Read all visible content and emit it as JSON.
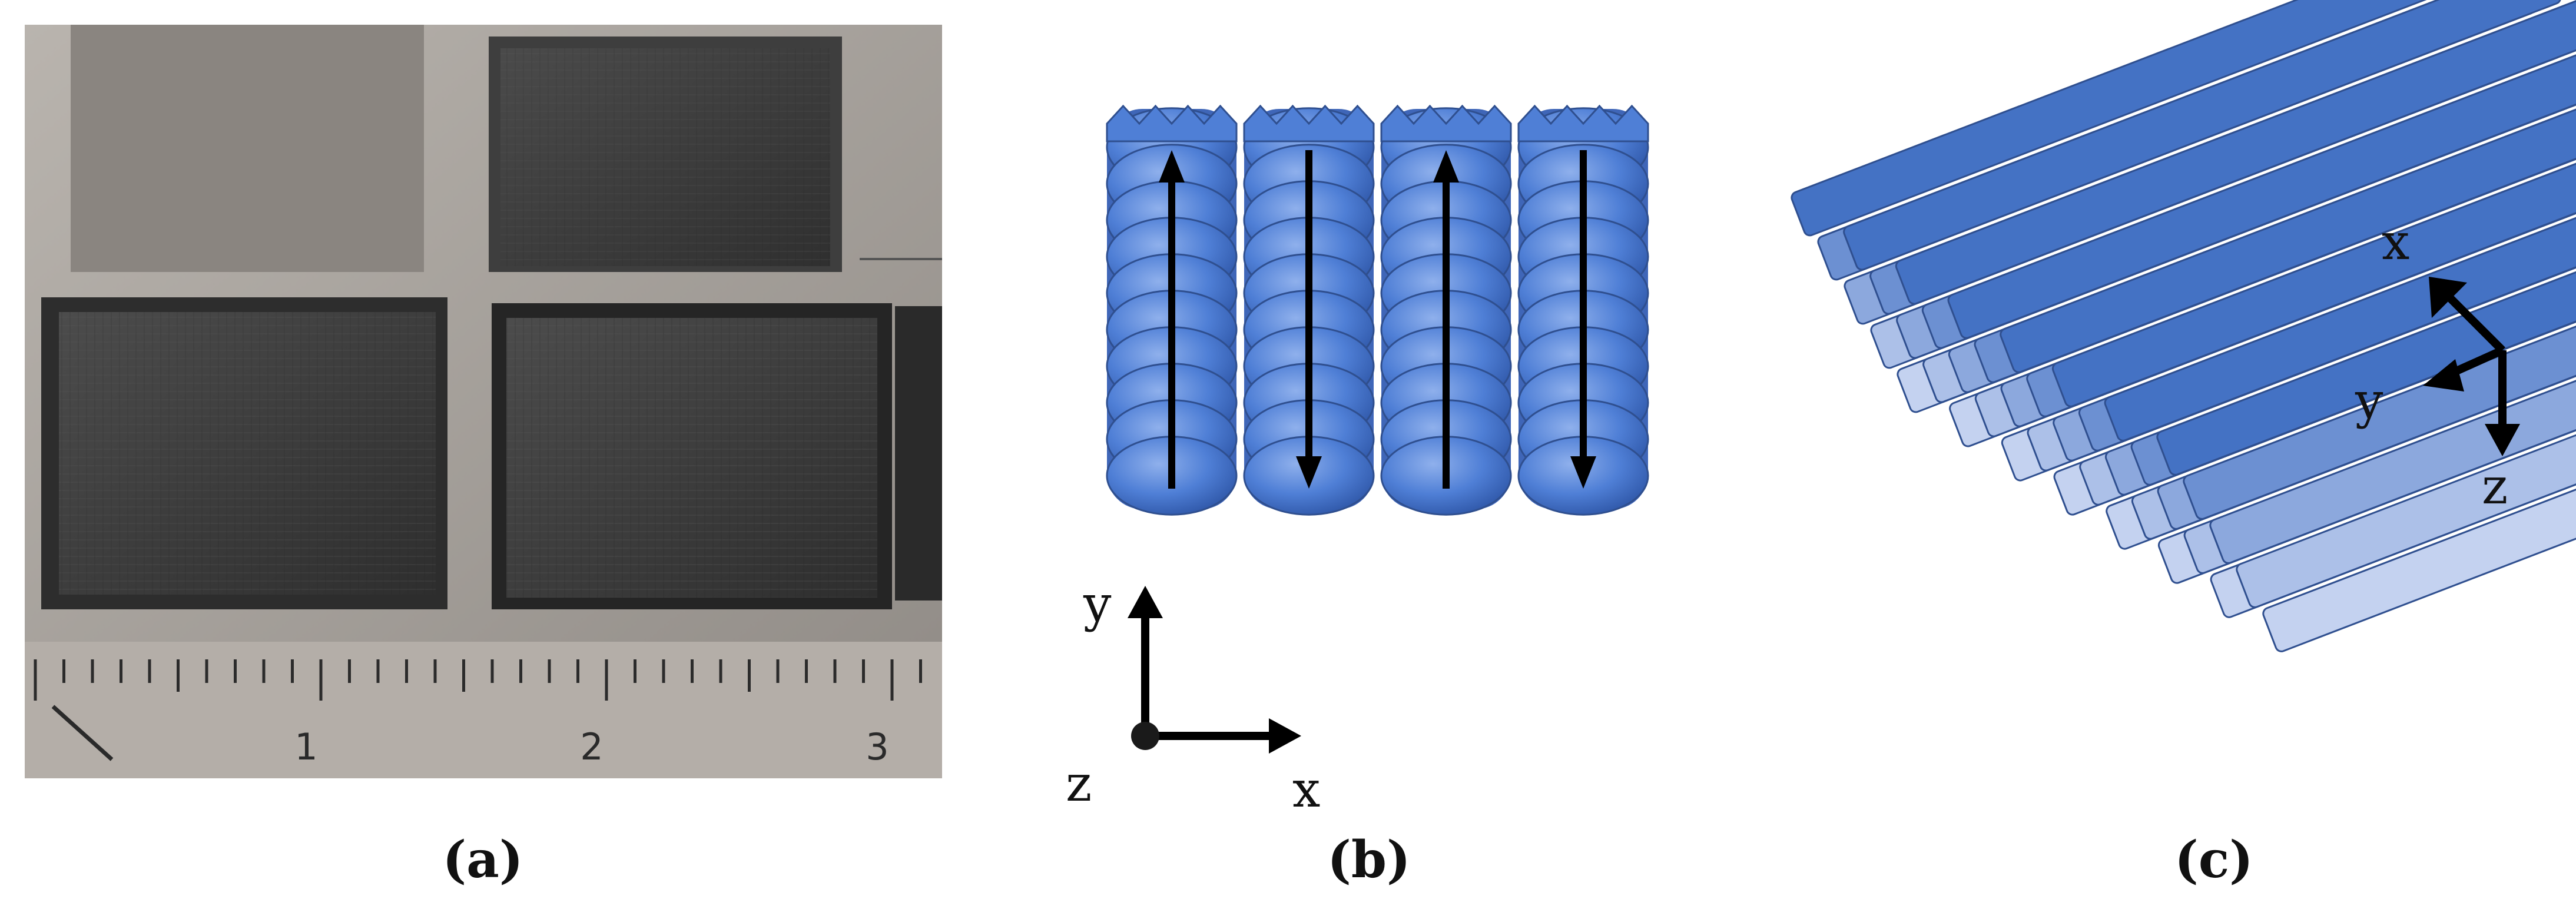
{
  "panels": {
    "a": {
      "label": "(a)",
      "ruler_numbers": [
        "1",
        "2",
        "3"
      ]
    },
    "b": {
      "label": "(b)",
      "axes": {
        "x": "x",
        "y": "y",
        "z": "z"
      }
    },
    "c": {
      "label": "(c)",
      "axes": {
        "x": "x",
        "y": "y",
        "z": "z"
      }
    }
  },
  "colors": {
    "track_blue": "#4472c4",
    "track_edge": "#2f4f8f",
    "plate_gray": "#a8a29c",
    "pocket_dark": "#3a3a3a",
    "arrow": "#000000"
  },
  "scan_directions": [
    "up",
    "down",
    "up",
    "down"
  ],
  "layer_opacities": [
    1.0,
    0.75,
    0.55,
    0.35,
    0.2
  ]
}
